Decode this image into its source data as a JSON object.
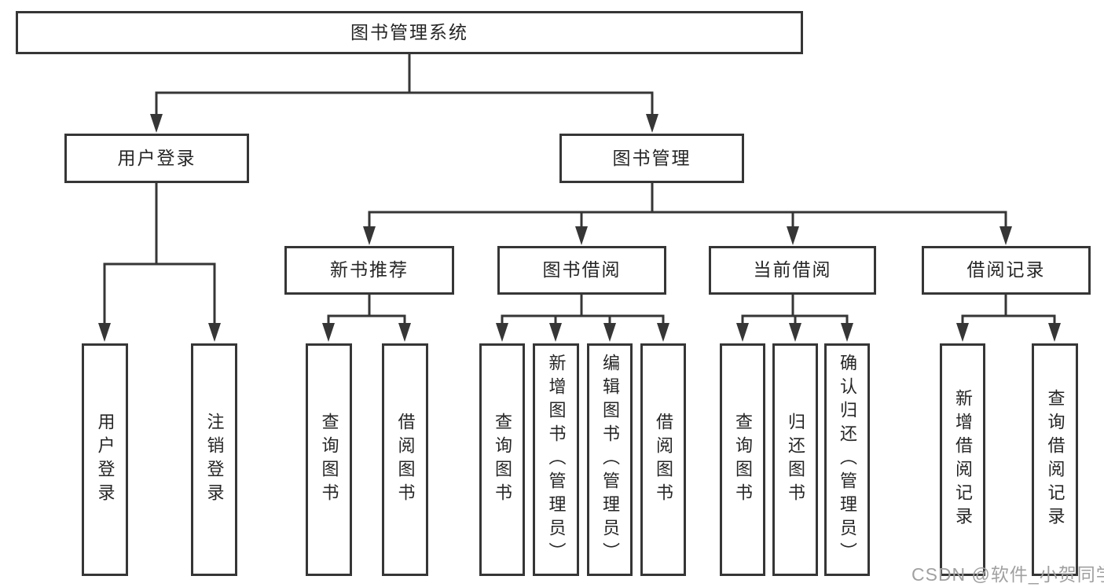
{
  "tree": {
    "root": {
      "label": "图书管理系统"
    },
    "branches": [
      {
        "label": "用户登录",
        "children": [
          {
            "label": "用户登录"
          },
          {
            "label": "注销登录"
          }
        ]
      },
      {
        "label": "图书管理",
        "children": [
          {
            "label": "新书推荐",
            "children": [
              {
                "label": "查询图书"
              },
              {
                "label": "借阅图书"
              }
            ]
          },
          {
            "label": "图书借阅",
            "children": [
              {
                "label": "查询图书"
              },
              {
                "label": "新增图书（管理员）"
              },
              {
                "label": "编辑图书（管理员）"
              },
              {
                "label": "借阅图书"
              }
            ]
          },
          {
            "label": "当前借阅",
            "children": [
              {
                "label": "查询图书"
              },
              {
                "label": "归还图书"
              },
              {
                "label": "确认归还（管理员）"
              }
            ]
          },
          {
            "label": "借阅记录",
            "children": [
              {
                "label": "新增借阅记录"
              },
              {
                "label": "查询借阅记录"
              }
            ]
          }
        ]
      }
    ]
  },
  "watermark": {
    "text": "CSDN @软件_小贺同学"
  },
  "colors": {
    "line": "#363636",
    "text": "#262626",
    "watermark": "#a0a0a0",
    "background": "#ffffff"
  }
}
